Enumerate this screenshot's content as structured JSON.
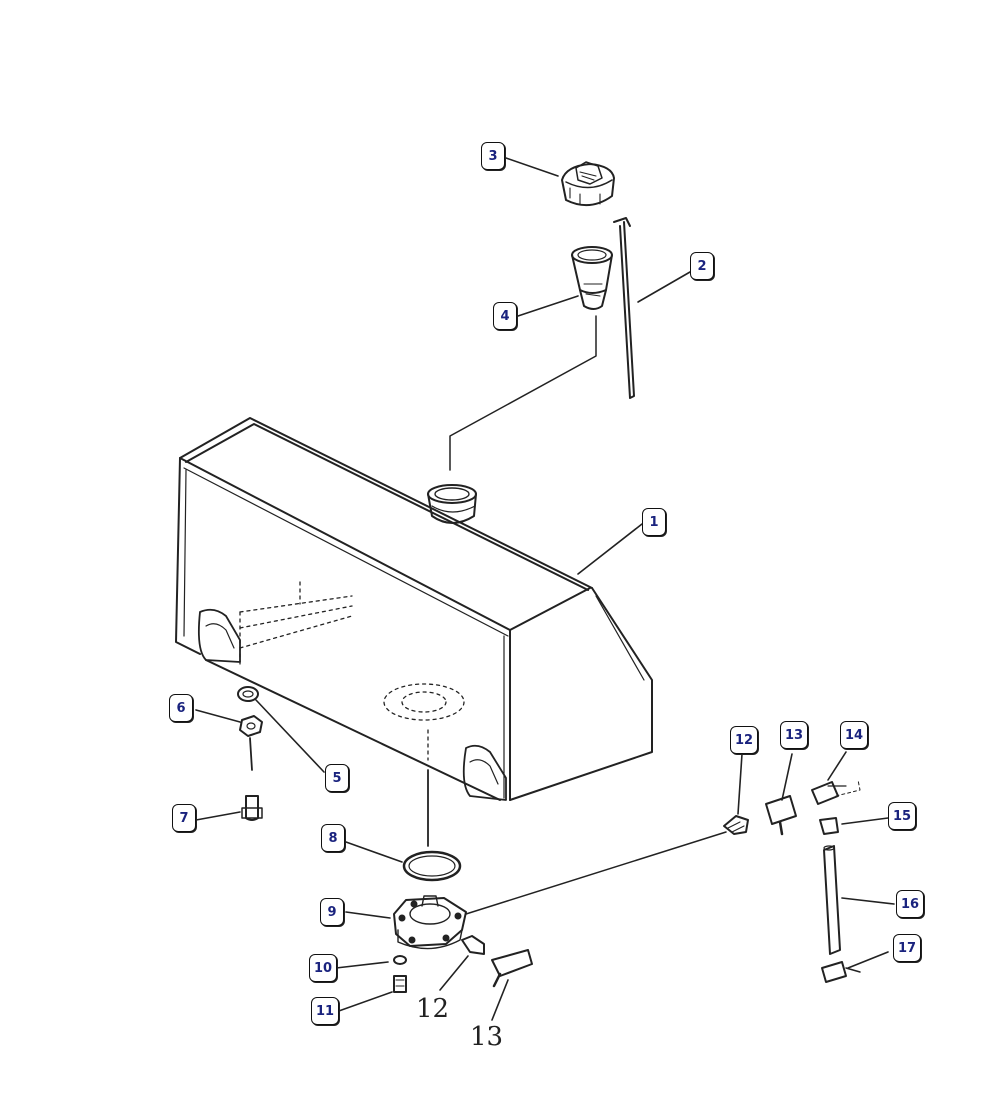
{
  "diagram": {
    "callouts": [
      {
        "id": "c1",
        "label": "1"
      },
      {
        "id": "c2",
        "label": "2"
      },
      {
        "id": "c3",
        "label": "3"
      },
      {
        "id": "c4",
        "label": "4"
      },
      {
        "id": "c5",
        "label": "5"
      },
      {
        "id": "c6",
        "label": "6"
      },
      {
        "id": "c7",
        "label": "7"
      },
      {
        "id": "c8",
        "label": "8"
      },
      {
        "id": "c9",
        "label": "9"
      },
      {
        "id": "c10",
        "label": "10"
      },
      {
        "id": "c11",
        "label": "11"
      },
      {
        "id": "c12",
        "label": "12"
      },
      {
        "id": "c13",
        "label": "13"
      },
      {
        "id": "c14",
        "label": "14"
      },
      {
        "id": "c15",
        "label": "15"
      },
      {
        "id": "c16",
        "label": "16"
      },
      {
        "id": "c17",
        "label": "17"
      }
    ],
    "inline_labels": [
      "12",
      "13"
    ]
  }
}
